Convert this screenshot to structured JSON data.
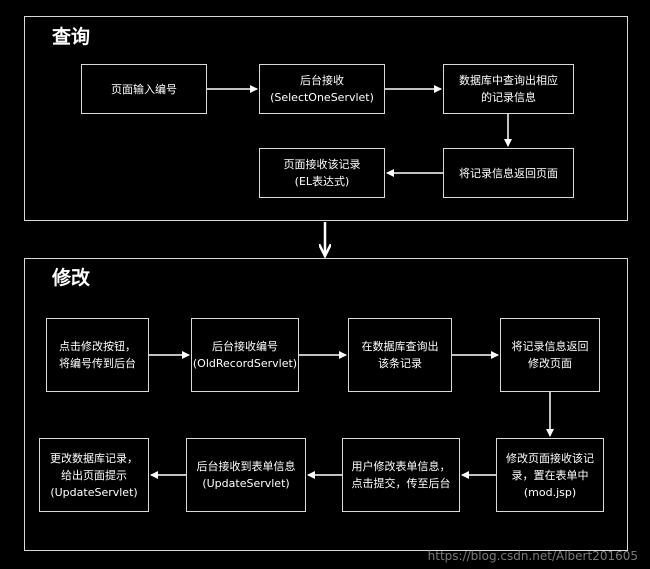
{
  "panels": {
    "query": {
      "title": "查询"
    },
    "modify": {
      "title": "修改"
    }
  },
  "query_boxes": {
    "input_id": [
      "页面输入编号"
    ],
    "backend": [
      "后台接收",
      "(SelectOneServlet)"
    ],
    "db_query": [
      "数据库中查询出相应",
      "的记录信息"
    ],
    "return_page": [
      "将记录信息返回页面"
    ],
    "page_receive": [
      "页面接收该记录",
      "(EL表达式)"
    ]
  },
  "modify_boxes": {
    "click_btn": [
      "点击修改按钮，",
      "将编号传到后台"
    ],
    "backend_id": [
      "后台接收编号",
      "(OldRecordServlet)"
    ],
    "db_query": [
      "在数据库查询出",
      "该条记录"
    ],
    "return_modify": [
      "将记录信息返回",
      "修改页面"
    ],
    "modify_receive": [
      "修改页面接收该记",
      "录，置在表单中",
      "(mod.jsp)"
    ],
    "user_modify": [
      "用户修改表单信息，",
      "点击提交，传至后台"
    ],
    "backend_form": [
      "后台接收到表单信息",
      "(UpdateServlet)"
    ],
    "update_db": [
      "更改数据库记录，",
      "给出页面提示",
      "(UpdateServlet)"
    ]
  },
  "watermark": "https://blog.csdn.net/Albert201605",
  "colors": {
    "background": "#000000",
    "stroke": "#d9d9d9",
    "text": "#ffffff"
  }
}
